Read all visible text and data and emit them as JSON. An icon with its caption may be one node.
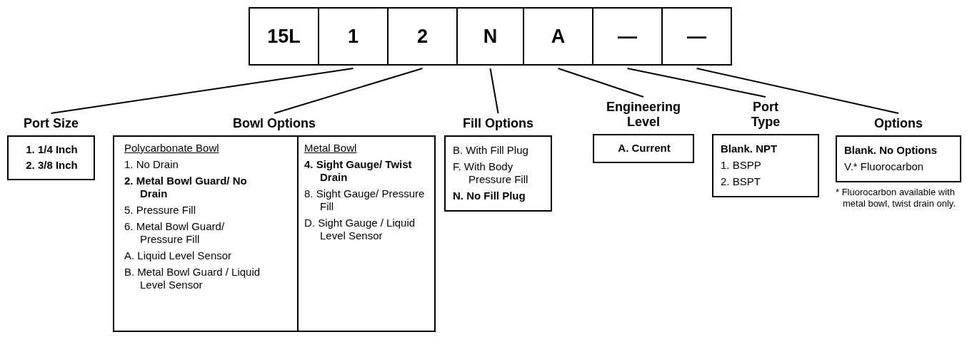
{
  "diagram": {
    "nodes": [
      {
        "text": [
          "15L"
        ]
      },
      {
        "text": [
          "1"
        ]
      },
      {
        "text": [
          "2"
        ]
      },
      {
        "text": [
          "N"
        ]
      },
      {
        "text": [
          "A"
        ]
      },
      {
        "text": [
          "—"
        ]
      },
      {
        "text": [
          "—"
        ]
      },
      {
        "text": [
          "Port Size",
          "1. 1/4 Inch",
          "2. 3/8 Inch"
        ]
      },
      {
        "text": [
          "Bowl Options"
        ]
      },
      {
        "text": [
          "Polycarbonate Bowl",
          "1. No Drain",
          "2. Metal Bowl Guard/ No Drain",
          "5. Pressure Fill",
          "6. Metal Bowl Guard/ Pressure Fill",
          "A. Liquid Level Sensor",
          "B. Metal Bowl Guard / Liquid Level Sensor"
        ],
        "in": 8
      },
      {
        "text": [
          "Metal Bowl",
          "4. Sight Gauge/ Twist Drain",
          "8. Sight Gauge/ Pressure Fill",
          "D. Sight Gauge / Liquid Level Sensor"
        ],
        "in": 8
      },
      {
        "text": [
          "Fill Options",
          "B. With Fill Plug",
          "F. With Body Pressure Fill",
          "N. No Fill Plug"
        ]
      },
      {
        "text": [
          "Engineering Level",
          "A. Current"
        ]
      },
      {
        "text": [
          "Port Type",
          "Blank. NPT",
          "1. BSPP",
          "2. BSPT"
        ]
      },
      {
        "text": [
          "Options",
          "Blank. No Options",
          "V.* Fluorocarbon"
        ],
        "beside": [
          "* Fluorocarbon available with metal bowl, twist drain only."
        ]
      }
    ],
    "edges": [
      {
        "from": 1,
        "to": 7,
        "arrow": "none"
      },
      {
        "from": 2,
        "to": 8,
        "arrow": "none"
      },
      {
        "from": 3,
        "to": 11,
        "arrow": "none"
      },
      {
        "from": 4,
        "to": 12,
        "arrow": "none"
      },
      {
        "from": 5,
        "to": 13,
        "arrow": "none"
      },
      {
        "from": 6,
        "to": 14,
        "arrow": "none"
      }
    ]
  }
}
